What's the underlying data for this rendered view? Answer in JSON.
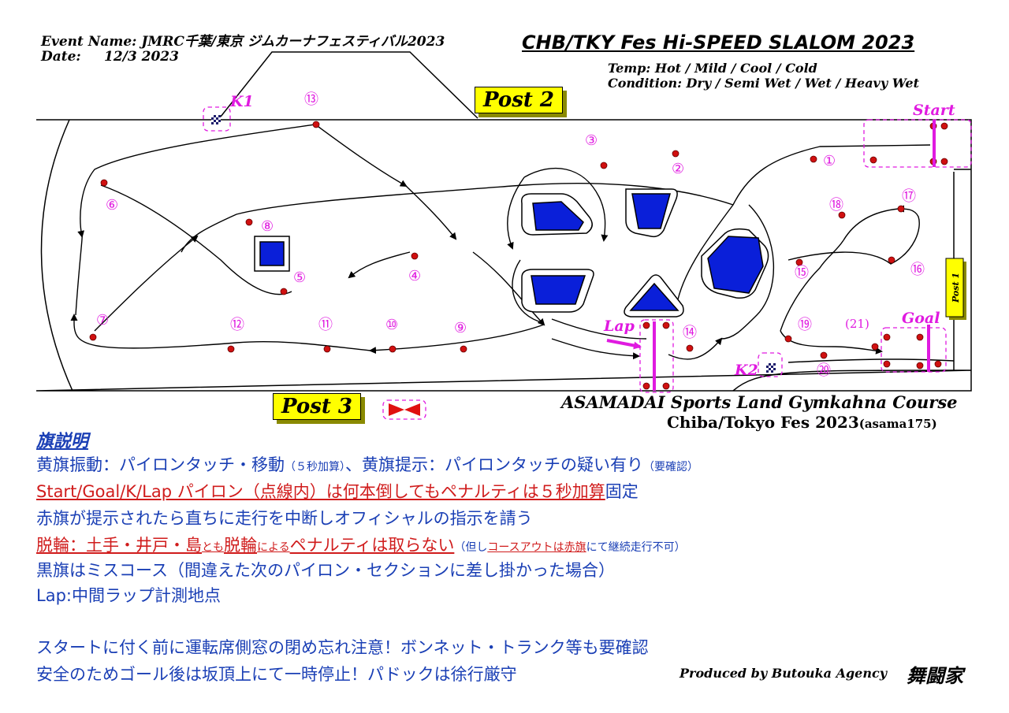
{
  "header": {
    "event_name": "Event Name: JMRC千葉/東京 ジムカーナフェスティバル2023",
    "date_label": "Date:",
    "date_value": "12/3  2023",
    "title": "CHB/TKY Fes Hi-SPEED SLALOM 2023",
    "temp": "Temp: Hot / Mild / Cool / Cold",
    "condition": "Condition: Dry / Semi Wet / Wet / Heavy Wet"
  },
  "map": {
    "post2": "Post 2",
    "post3": "Post 3",
    "post1": "Post 1",
    "k1": "K1",
    "k2": "K2",
    "start": "Start",
    "goal": "Goal",
    "lap": "Lap",
    "pylons": [
      {
        "label": "①"
      },
      {
        "label": "②"
      },
      {
        "label": "③"
      },
      {
        "label": "④"
      },
      {
        "label": "⑤"
      },
      {
        "label": "⑥"
      },
      {
        "label": "⑦"
      },
      {
        "label": "⑧"
      },
      {
        "label": "⑨"
      },
      {
        "label": "⑩"
      },
      {
        "label": "⑪"
      },
      {
        "label": "⑫"
      },
      {
        "label": "⑬"
      },
      {
        "label": "⑭"
      },
      {
        "label": "⑮"
      },
      {
        "label": "⑯"
      },
      {
        "label": "⑰"
      },
      {
        "label": "⑱"
      },
      {
        "label": "⑲"
      },
      {
        "label": "⑳"
      },
      {
        "label": "(21)"
      }
    ],
    "course_name": "ASAMADAI Sports Land Gymkahna Course",
    "course_sub": "Chiba/Tokyo Fes 2023",
    "course_sub_small": "(asama175)"
  },
  "legend": {
    "title": "旗説明",
    "line1_main": "黄旗振動：パイロンタッチ・移動",
    "line1_small1": "（５秒加算）",
    "line1_mid": "、黄旗提示：パイロンタッチの疑い有り",
    "line1_small2": "（要確認）",
    "line2_red": "Start/Goal/K/Lap パイロン（点線内）は何本倒してもペナルティは５秒加算",
    "line2_end": "固定",
    "line3": "赤旗が提示されたら直ちに走行を中断しオフィシャルの指示を請う",
    "line4_a": "脱輪：土手・井戸・島",
    "line4_b": "とも",
    "line4_c": "脱輪",
    "line4_d": "による",
    "line4_e": "ペナルティは取らない",
    "line4_f": "（但し",
    "line4_g": "コースアウトは赤旗",
    "line4_h": "にて継続走行不可）",
    "line5": "黒旗はミスコース（間違えた次のパイロン・セクションに差し掛かった場合）",
    "line6": "Lap:中間ラップ計測地点",
    "line7": "スタートに付く前に運転席側窓の閉め忘れ注意！ボンネット・トランク等も要確認",
    "line8": "安全のためゴール後は坂頂上にて一時停止！パドックは徐行厳守",
    "produced": "Produced by Butouka Agency",
    "logo": "舞闘家"
  },
  "colors": {
    "pylon_label": "#e01ae0",
    "pylon_dot": "#d01010",
    "island": "#0a1fd9",
    "legend_text": "#1a3fb5",
    "legend_red": "#d01c1c",
    "post_bg": "#ffff00"
  }
}
